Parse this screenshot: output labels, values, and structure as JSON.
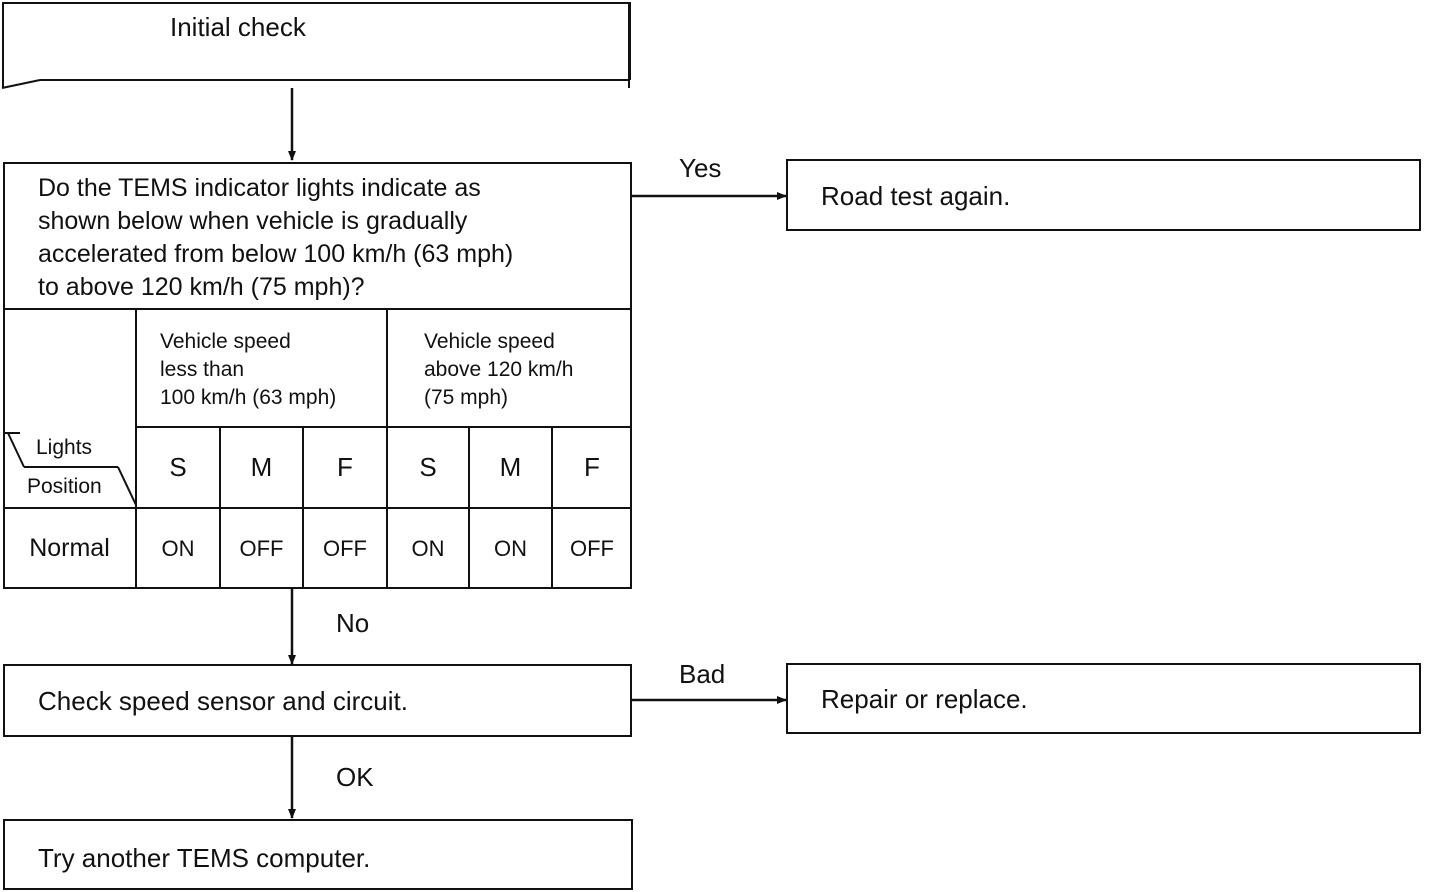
{
  "initial_check": "Initial check",
  "question": {
    "lines": [
      "Do the TEMS indicator lights indicate as",
      "shown below when vehicle is gradually",
      "accelerated from below 100 km/h (63 mph)",
      "to above 120 km/h (75 mph)?"
    ]
  },
  "table": {
    "group_low": [
      "Vehicle speed",
      "less than",
      "100 km/h (63 mph)"
    ],
    "group_high": [
      "Vehicle speed",
      "above 120 km/h",
      "(75 mph)"
    ],
    "corner_top": "Lights",
    "corner_bottom": "Position",
    "light_headers": [
      "S",
      "M",
      "F",
      "S",
      "M",
      "F"
    ],
    "row_label": "Normal",
    "row_values": [
      "ON",
      "OFF",
      "OFF",
      "ON",
      "ON",
      "OFF"
    ]
  },
  "yes_label": "Yes",
  "road_test": "Road test again.",
  "no_label": "No",
  "check_sensor": "Check speed sensor and circuit.",
  "bad_label": "Bad",
  "repair": "Repair or replace.",
  "ok_label": "OK",
  "try_another": "Try another TEMS computer."
}
